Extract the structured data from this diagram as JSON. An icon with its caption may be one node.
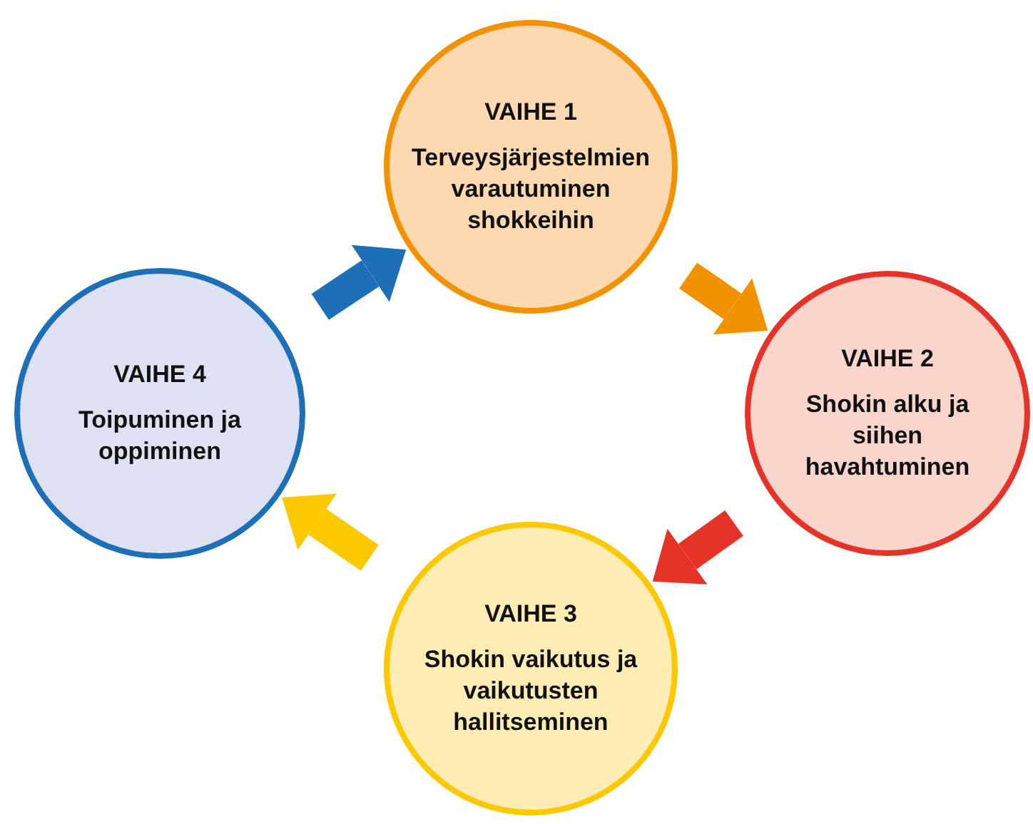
{
  "diagram": {
    "nodes": [
      {
        "text": [
          "VAIHE 1",
          "Terveysjärjestelmien varautuminen shokkeihin"
        ]
      },
      {
        "text": [
          "VAIHE 2",
          "Shokin alku ja siihen havahtuminen"
        ]
      },
      {
        "text": [
          "VAIHE 3",
          "Shokin vaikutus ja vaikutusten hallitseminen"
        ]
      },
      {
        "text": [
          "VAIHE 4",
          "Toipuminen ja oppiminen"
        ]
      }
    ],
    "edges": [
      {
        "from": 0,
        "to": 1,
        "arrow": "to",
        "color": "#f39200"
      },
      {
        "from": 1,
        "to": 2,
        "arrow": "to",
        "color": "#e6332a"
      },
      {
        "from": 2,
        "to": 3,
        "arrow": "to",
        "color": "#fcc800"
      },
      {
        "from": 3,
        "to": 0,
        "arrow": "to",
        "color": "#1d6fb8"
      }
    ]
  }
}
